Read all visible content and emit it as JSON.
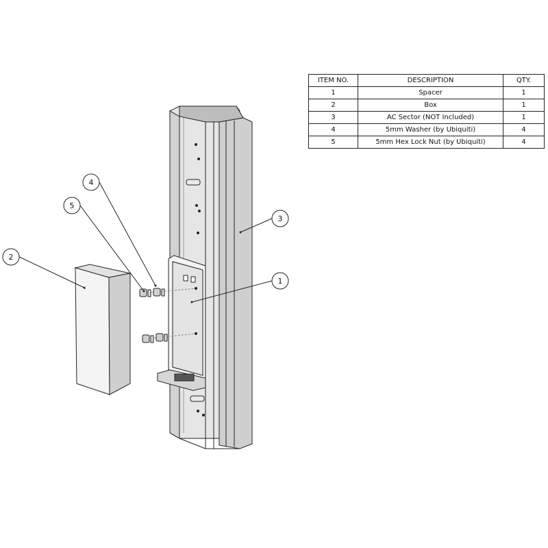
{
  "bom": {
    "headers": {
      "item": "ITEM NO.",
      "description": "DESCRIPTION",
      "qty": "QTY."
    },
    "rows": [
      {
        "item": "1",
        "description": "Spacer",
        "qty": "1"
      },
      {
        "item": "2",
        "description": "Box",
        "qty": "1"
      },
      {
        "item": "3",
        "description": "AC Sector (NOT Included)",
        "qty": "1"
      },
      {
        "item": "4",
        "description": "5mm Washer (by Ubiquiti)",
        "qty": "4"
      },
      {
        "item": "5",
        "description": "5mm Hex Lock Nut (by Ubiquiti)",
        "qty": "4"
      }
    ]
  },
  "balloons": {
    "b1": "1",
    "b2": "2",
    "b3": "3",
    "b4": "4",
    "b5": "5"
  },
  "colors": {
    "line": "#222222",
    "shade": "#d9d9d9",
    "light": "#efefef",
    "dark": "#9a9a9a"
  }
}
